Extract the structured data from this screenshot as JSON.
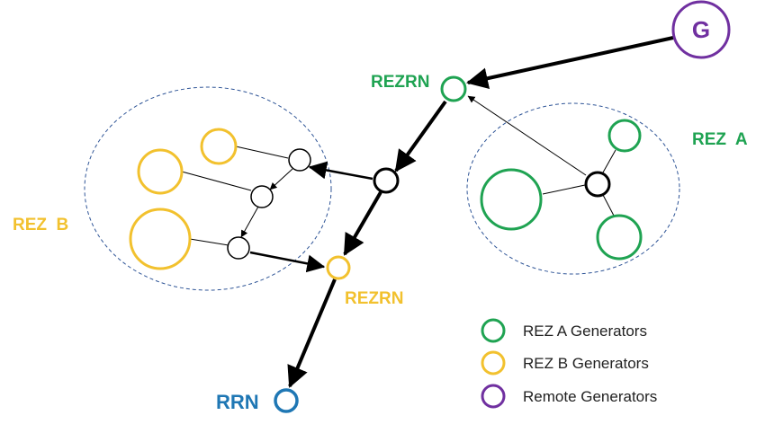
{
  "colors": {
    "green": "#1FA352",
    "yellow": "#F2C12E",
    "purple": "#7030A0",
    "blue": "#1F77B4",
    "zone_border": "#2F5597",
    "line": "#000000"
  },
  "labels": {
    "remote_generator": "G",
    "rezrn_top": "REZRN",
    "rezrn_mid": "REZRN",
    "rrn": "RRN",
    "rez_a": "REZ  A",
    "rez_b": "REZ  B"
  },
  "legend": [
    {
      "label": "REZ A Generators",
      "color": "green"
    },
    {
      "label": "REZ B Generators",
      "color": "yellow"
    },
    {
      "label": "Remote Generators",
      "color": "purple"
    }
  ]
}
